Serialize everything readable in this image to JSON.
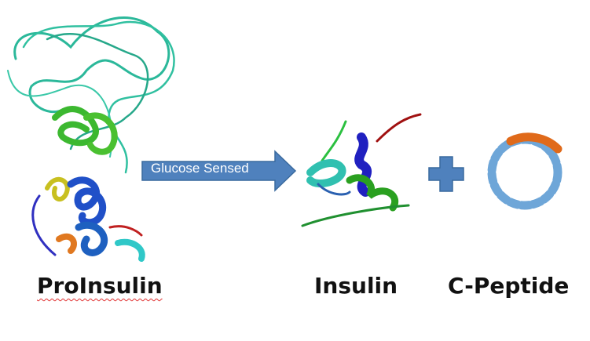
{
  "labels": {
    "proinsulin": "ProInsulin",
    "insulin": "Insulin",
    "c_peptide": "C-Peptide"
  },
  "arrow": {
    "label": "Glucose Sensed",
    "color": "#4f81bd"
  },
  "operator": {
    "icon": "plus-icon",
    "color": "#4f81bd"
  }
}
